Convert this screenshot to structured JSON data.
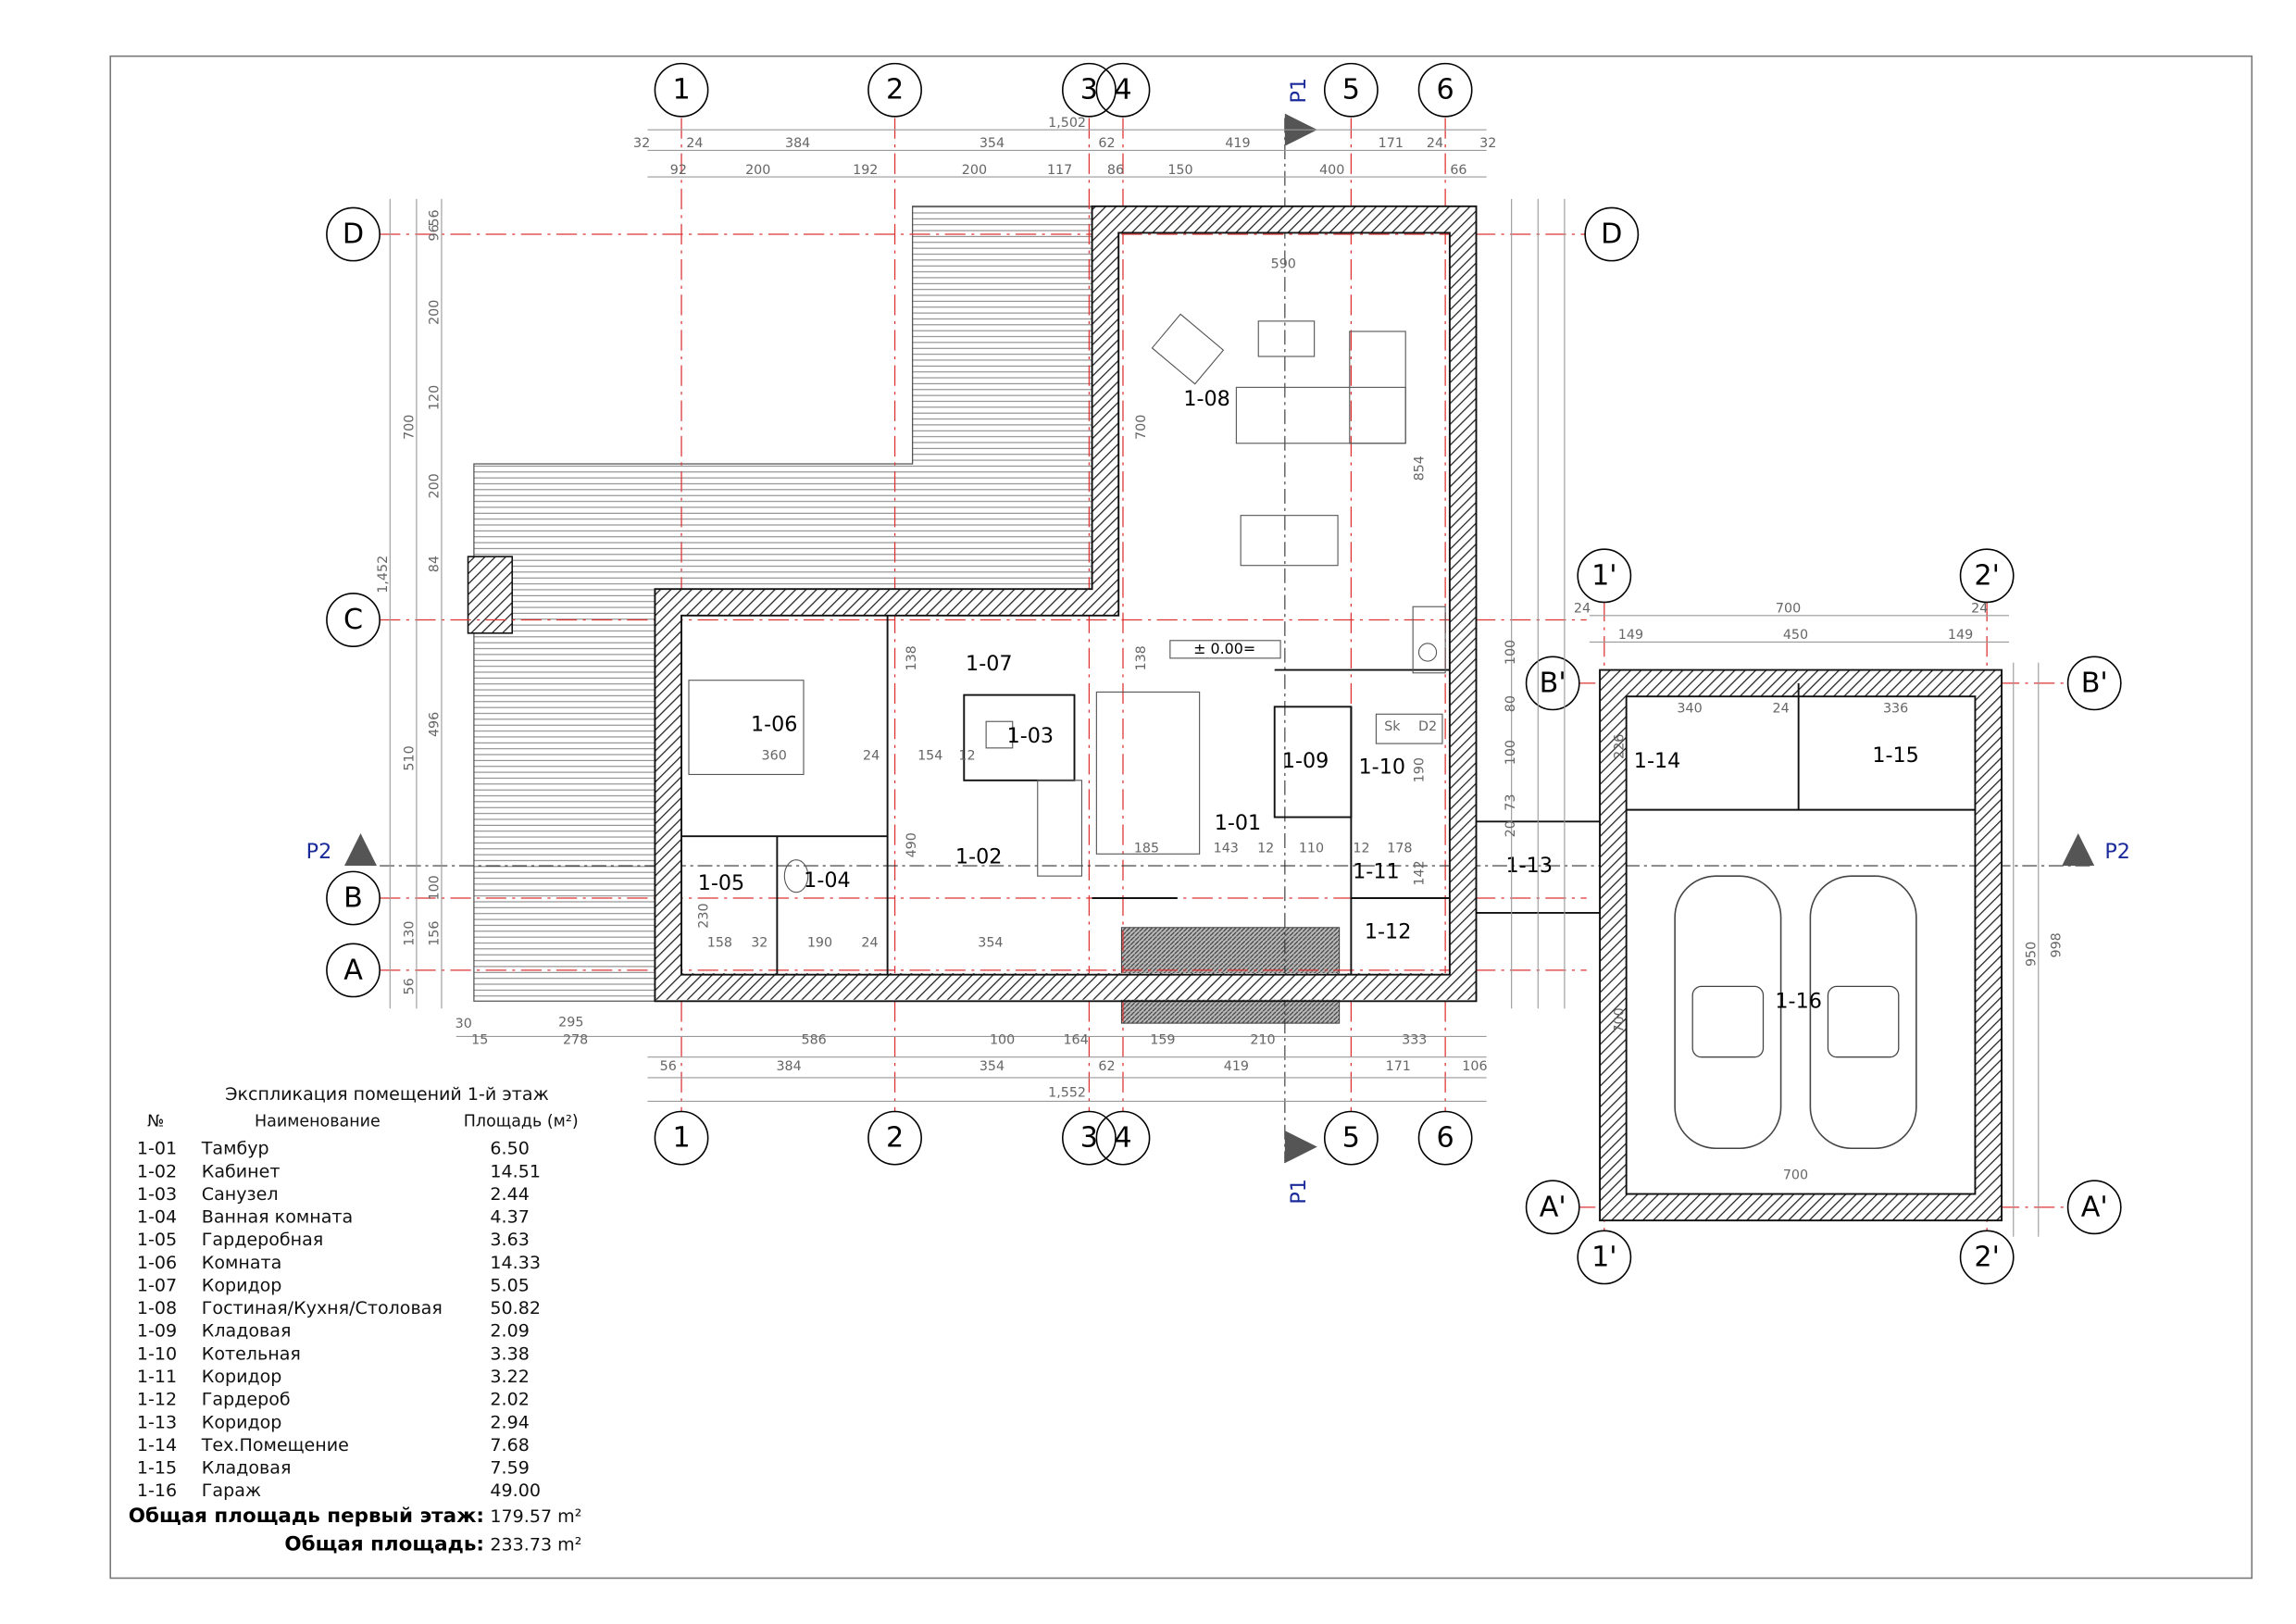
{
  "axes": {
    "columns": [
      "1",
      "2",
      "3",
      "4",
      "5",
      "6"
    ],
    "rows": [
      "D",
      "C",
      "B",
      "A"
    ],
    "garage_columns": [
      "1'",
      "2'"
    ],
    "garage_rows": [
      "B'",
      "A'"
    ]
  },
  "section_marks": {
    "p1": "P1",
    "p2": "P2"
  },
  "level_mark": "± 0.00=",
  "dimensions": {
    "top_total": "1,502",
    "top_row1": [
      "32",
      "24",
      "384",
      "354",
      "62",
      "419",
      "171",
      "24",
      "32"
    ],
    "top_row2": [
      "92",
      "200",
      "192",
      "200",
      "117",
      "86",
      "150",
      "400",
      "66"
    ],
    "bottom_row1": [
      "30",
      "295",
      "15",
      "278",
      "586",
      "100",
      "164",
      "159",
      "210",
      "333"
    ],
    "bottom_row2": [
      "56",
      "384",
      "354",
      "62",
      "419",
      "171",
      "106"
    ],
    "bottom_total": "1,552",
    "left": [
      "56",
      "96",
      "200",
      "120",
      "200",
      "84",
      "700",
      "1,452",
      "496",
      "510",
      "130",
      "100",
      "156",
      "56"
    ],
    "garage_top": [
      "700",
      "24",
      "24",
      "149",
      "450",
      "149"
    ],
    "garage_other": [
      "340",
      "24",
      "336",
      "700",
      "950",
      "998",
      "700",
      "226"
    ],
    "interior": [
      "590",
      "700",
      "854",
      "138",
      "138",
      "360",
      "24",
      "154",
      "12",
      "185",
      "490",
      "354",
      "190",
      "24",
      "230",
      "158",
      "32",
      "143",
      "12",
      "110",
      "12",
      "178",
      "190",
      "142",
      "100",
      "80",
      "100",
      "73",
      "20"
    ]
  },
  "rooms": [
    "1-01",
    "1-02",
    "1-03",
    "1-04",
    "1-05",
    "1-06",
    "1-07",
    "1-08",
    "1-09",
    "1-10",
    "1-11",
    "1-12",
    "1-13",
    "1-14",
    "1-15",
    "1-16"
  ],
  "fixtures": {
    "sink": "Sk",
    "boiler": "D2"
  },
  "legend": {
    "title": "Экспликация помещений 1-й этаж",
    "col_num": "№",
    "col_name": "Наименование",
    "col_area": "Площадь (м²)",
    "rows": [
      {
        "num": "1-01",
        "name": "Тамбур",
        "area": "6.50"
      },
      {
        "num": "1-02",
        "name": "Кабинет",
        "area": "14.51"
      },
      {
        "num": "1-03",
        "name": "Санузел",
        "area": "2.44"
      },
      {
        "num": "1-04",
        "name": "Ванная комната",
        "area": "4.37"
      },
      {
        "num": "1-05",
        "name": "Гардеробная",
        "area": "3.63"
      },
      {
        "num": "1-06",
        "name": "Комната",
        "area": "14.33"
      },
      {
        "num": "1-07",
        "name": "Коридор",
        "area": "5.05"
      },
      {
        "num": "1-08",
        "name": "Гостиная/Кухня/Столовая",
        "area": "50.82"
      },
      {
        "num": "1-09",
        "name": "Кладовая",
        "area": "2.09"
      },
      {
        "num": "1-10",
        "name": "Котельная",
        "area": "3.38"
      },
      {
        "num": "1-11",
        "name": "Коридор",
        "area": "3.22"
      },
      {
        "num": "1-12",
        "name": "Гардероб",
        "area": "2.02"
      },
      {
        "num": "1-13",
        "name": "Коридор",
        "area": "2.94"
      },
      {
        "num": "1-14",
        "name": "Тех.Помещение",
        "area": "7.68"
      },
      {
        "num": "1-15",
        "name": "Кладовая",
        "area": "7.59"
      },
      {
        "num": "1-16",
        "name": "Гараж",
        "area": "49.00"
      }
    ],
    "total_floor_label": "Общая площадь первый этаж:",
    "total_floor_value": "179.57 m²",
    "total_label": "Общая площадь:",
    "total_value": "233.73 m²"
  },
  "colors": {
    "grid": "#dd3333",
    "section": "#1a2a9a",
    "wall_hatch": "#333333"
  }
}
